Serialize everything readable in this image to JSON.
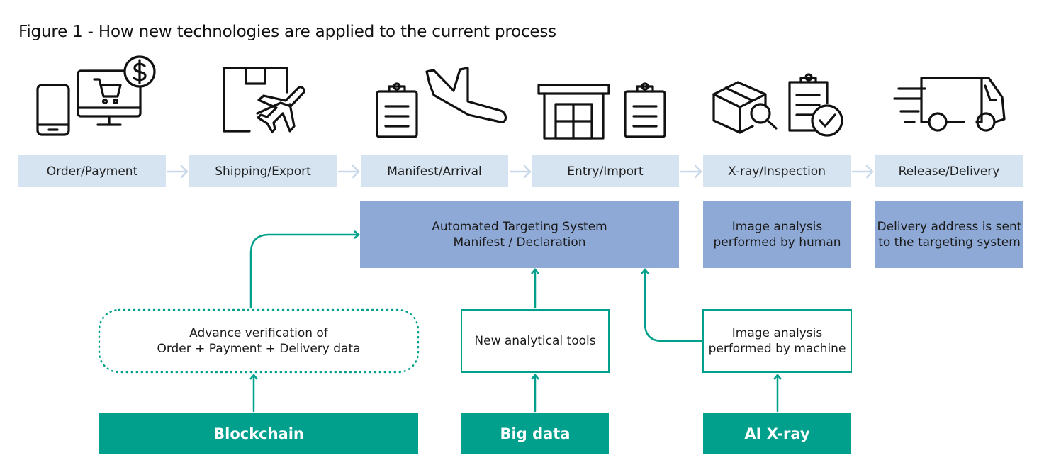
{
  "title": "Figure 1 - How new technologies are applied to the current process",
  "stages": [
    {
      "label": "Order/Payment",
      "icons": [
        "smartphone-icon",
        "computer-cart-icon",
        "dollar-icon"
      ]
    },
    {
      "label": "Shipping/Export",
      "icons": [
        "package-icon",
        "airplane-takeoff-icon"
      ]
    },
    {
      "label": "Manifest/Arrival",
      "icons": [
        "clipboard-icon",
        "airplane-landing-icon"
      ]
    },
    {
      "label": "Entry/Import",
      "icons": [
        "warehouse-icon",
        "clipboard-icon"
      ]
    },
    {
      "label": "X-ray/Inspection",
      "icons": [
        "box-magnifier-icon",
        "clipboard-check-icon"
      ]
    },
    {
      "label": "Release/Delivery",
      "icons": [
        "delivery-truck-icon"
      ]
    }
  ],
  "systems": {
    "targeting": {
      "line1": "Automated Targeting System",
      "line2": "Manifest / Declaration"
    },
    "human_analysis": {
      "line1": "Image analysis",
      "line2": "performed by human"
    },
    "delivery_address": {
      "line1": "Delivery address is sent",
      "line2": "to the targeting system"
    }
  },
  "tools": {
    "advance_verification": {
      "line1": "Advance verification of",
      "line2": "Order + Payment + Delivery data"
    },
    "analytical_tools": {
      "line1": "New analytical tools"
    },
    "machine_analysis": {
      "line1": "Image analysis",
      "line2": "performed by machine"
    }
  },
  "technologies": {
    "blockchain": "Blockchain",
    "big_data": "Big data",
    "ai_xray": "AI X-ray"
  },
  "colors": {
    "stage_fill": "#d6e4f2",
    "system_fill": "#8fa9d6",
    "teal": "#00a08c",
    "arrow_light": "#c9d9ea",
    "icon_stroke": "#111111"
  }
}
